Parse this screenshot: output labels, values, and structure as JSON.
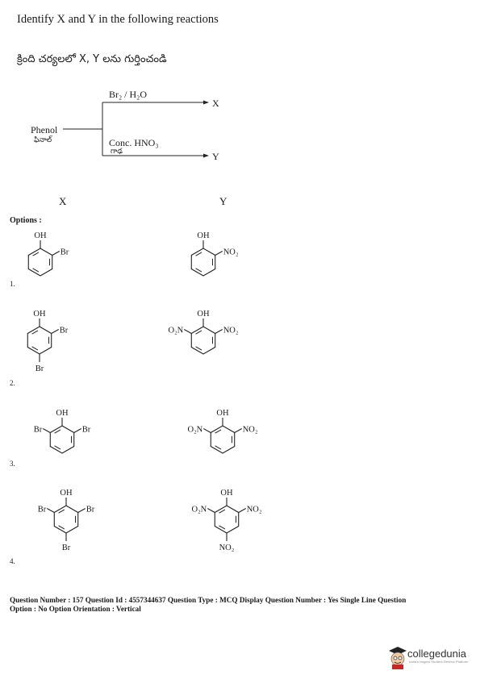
{
  "question": {
    "english": "Identify X and Y in the following reactions",
    "telugu": "క్రింది చర్యలలో X, Y లను గుర్తించండి"
  },
  "scheme": {
    "reactant": "Phenol",
    "reactant_telugu": "ఫినాల్",
    "reagent_top": "Br₂ / H₂O",
    "reagent_bottom": "Conc. HNO₃",
    "reagent_bottom_telugu": "గాఢ",
    "product_top": "X",
    "product_bottom": "Y"
  },
  "columns": {
    "x": "X",
    "y": "Y"
  },
  "options_label": "Options :",
  "options": [
    {
      "number": "1.",
      "x_labels": {
        "oh": "OH",
        "a": "Br"
      },
      "y_labels": {
        "oh": "OH",
        "a": "NO₂"
      }
    },
    {
      "number": "2.",
      "x_labels": {
        "oh": "OH",
        "a": "Br",
        "b": "Br"
      },
      "y_labels": {
        "oh": "OH",
        "a": "O₂N",
        "b": "NO₂"
      }
    },
    {
      "number": "3.",
      "x_labels": {
        "oh": "OH",
        "a": "Br",
        "b": "Br"
      },
      "y_labels": {
        "oh": "OH",
        "a": "O₂N",
        "b": "NO₂"
      }
    },
    {
      "number": "4.",
      "x_labels": {
        "oh": "OH",
        "a": "Br",
        "b": "Br",
        "c": "Br"
      },
      "y_labels": {
        "oh": "OH",
        "a": "O₂N",
        "b": "NO₂",
        "c": "NO₂"
      }
    }
  ],
  "footer": {
    "line1": "Question Number : 157  Question Id : 4557344637  Question Type : MCQ  Display Question Number : Yes  Single Line Question",
    "line2": "Option : No  Option Orientation : Vertical"
  },
  "logo": {
    "name": "collegedunia",
    "tagline": "India's largest Student Review Platform",
    "icon": "graduate-mascot-icon"
  }
}
